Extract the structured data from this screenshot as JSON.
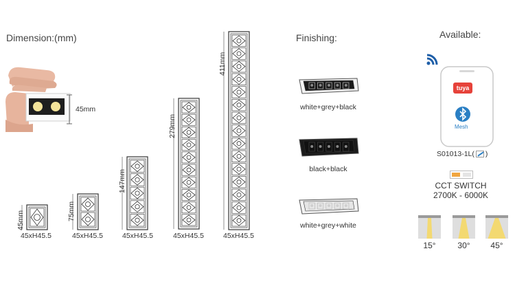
{
  "dimension": {
    "title": "Dimension:(mm)",
    "hand_height_label": "45mm",
    "products": [
      {
        "height_label": "45mm",
        "width_label": "45xH45.5",
        "cells": 1
      },
      {
        "height_label": "75mm",
        "width_label": "45xH45.5",
        "cells": 2
      },
      {
        "height_label": "147mm",
        "width_label": "45xH45.5",
        "cells": 5
      },
      {
        "height_label": "279mm",
        "width_label": "45xH45.5",
        "cells": 10
      },
      {
        "height_label": "411mm",
        "width_label": "45xH45.5",
        "cells": 15
      }
    ]
  },
  "finishing": {
    "title": "Finishing:",
    "options": [
      {
        "label": "white+grey+black",
        "body_color": "#f2f2f2",
        "inner_color": "#1b1b1b"
      },
      {
        "label": "black+black",
        "body_color": "#1a1a1a",
        "inner_color": "#111111"
      },
      {
        "label": "white+grey+white",
        "body_color": "#f2f2f2",
        "inner_color": "#e6e6e6"
      }
    ]
  },
  "available": {
    "title": "Available:",
    "tuya_logo": "tuya",
    "mesh_label": "Mesh",
    "model_code": "S01013-1L(",
    "model_code_end": ")",
    "cct_title": "CCT SWITCH",
    "cct_range": "2700K - 6000K",
    "beams": [
      "15°",
      "30°",
      "45°"
    ]
  },
  "colors": {
    "accent_blue": "#1f5fa8",
    "tuya_red": "#e6423a",
    "beam_yellow": "#f3d86a",
    "cct_orange": "#f0a640"
  }
}
